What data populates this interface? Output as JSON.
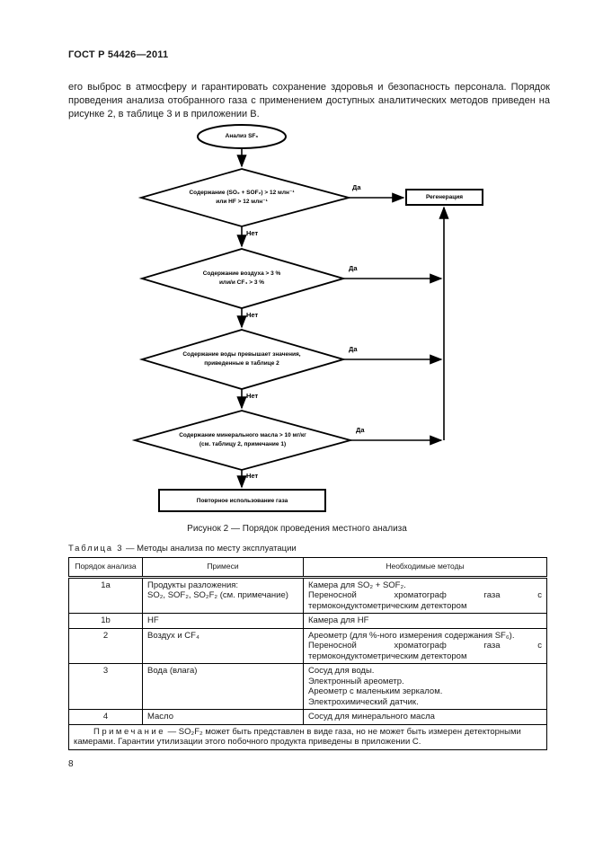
{
  "page": {
    "standard_code": "ГОСТ Р 54426—2011",
    "page_number": "8"
  },
  "intro_text": "его выброс в атмосферу и гарантировать сохранение здоровья и безопасность персонала. Порядок проведения анализа отобранного газа с применением доступных аналитических методов приведен на рисунке 2, в таблице 3 и в приложении В.",
  "flowchart": {
    "start_label": "Анализ SF₆",
    "yes_label": "Да",
    "no_label": "Нет",
    "decision1": [
      "Содержание (SO₂ + SOF₂) > 12 млн⁻¹",
      "или HF > 12 млн⁻¹"
    ],
    "decision2": [
      "Содержание воздуха > 3 %",
      "или/и CF₄ > 3 %"
    ],
    "decision3": [
      "Содержание воды превышает значения,",
      "приведенные в таблице 2"
    ],
    "decision4": [
      "Содержание минерального масла > 10 мг/кг",
      "(см. таблицу 2, примечание 1)"
    ],
    "regeneration_label": "Регенерация",
    "reuse_label": "Повторное использование газа",
    "caption": "Рисунок 2 — Порядок проведения местного анализа"
  },
  "table": {
    "caption_label": "Таблица 3",
    "caption_rest": " — Методы анализа по месту эксплуатации",
    "headers": [
      "Порядок анализа",
      "Примеси",
      "Необходимые методы"
    ],
    "rows": [
      {
        "num": "1a",
        "impurity": "Продукты разложения:\nSO₂, SOF₂, SO₂F₂ (см. примечание)",
        "methods": "Камера для SO₂ + SOF₂.\nПереносной хроматограф газа с термокондуктометрическим детектором"
      },
      {
        "num": "1b",
        "impurity": "HF",
        "methods": "Камера для HF"
      },
      {
        "num": "2",
        "impurity": "Воздух и CF₄",
        "methods": "Ареометр (для %-ного измерения содержания SF₆).\nПереносной хроматограф газа с термокондуктометрическим детектором"
      },
      {
        "num": "3",
        "impurity": "Вода (влага)",
        "methods": "Сосуд для воды.\nЭлектронный ареометр.\nАреометр с маленьким зеркалом.\nЭлектрохимический датчик."
      },
      {
        "num": "4",
        "impurity": "Масло",
        "methods": "Сосуд для минерального масла"
      }
    ],
    "note_label": "Примечание",
    "note_text": " — SO₂F₂ может быть представлен в виде газа, но не может быть измерен детекторными камерами. Гарантии утилизации этого побочного продукта приведены в приложении С."
  }
}
